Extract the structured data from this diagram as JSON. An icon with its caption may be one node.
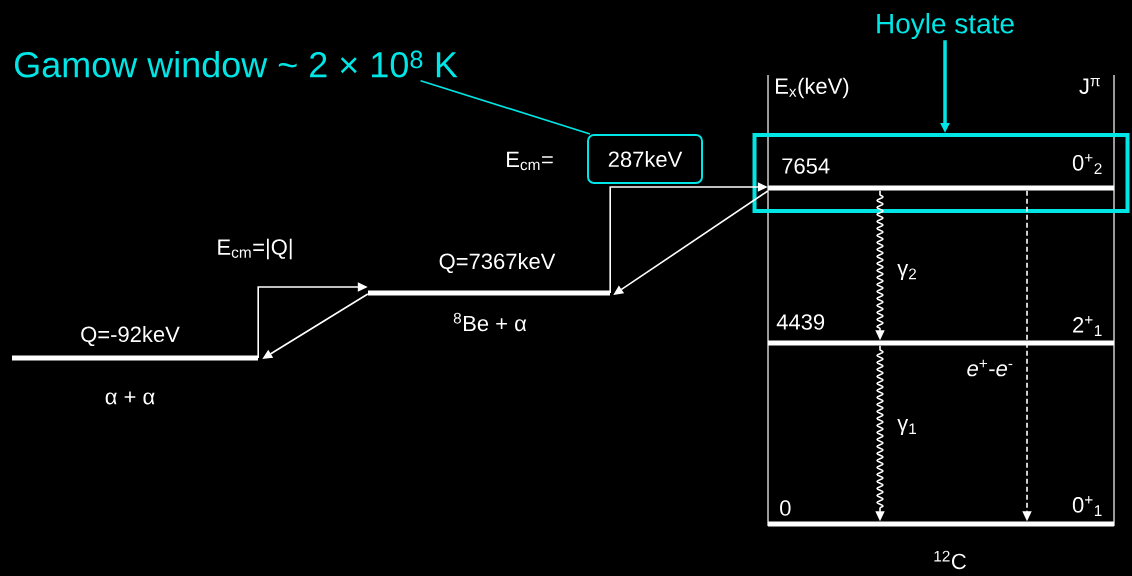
{
  "diagram": {
    "nodes": [
      {
        "text": [
          "Q=-92keV",
          "α + α"
        ]
      },
      {
        "text": [
          "Q=7367keV",
          "$^{8}$Be + α"
        ]
      },
      {
        "text": [],
        "shape": "box"
      },
      {
        "text": [
          "7654",
          "0$^{+}$$_{2}$"
        ],
        "in": 2
      },
      {
        "text": [
          "4439",
          "2$^{+}$$_{1}$"
        ]
      },
      {
        "text": [
          "0",
          "0$^{+}$$_{1}$"
        ]
      },
      {
        "text": [
          "Hoyle state"
        ]
      },
      {
        "text": [
          "Gamow window ~ 2 × 10$^{8}$ K"
        ]
      },
      {
        "text": [
          "287keV"
        ]
      }
    ],
    "edges": [
      {
        "from": 0,
        "to": 1,
        "arrow": "to",
        "label": "E$_{cm}$=|Q|"
      },
      {
        "from": 1,
        "to": 0,
        "arrow": "to"
      },
      {
        "from": 1,
        "to": 3,
        "arrow": "to"
      },
      {
        "from": 3,
        "to": 1,
        "arrow": "to"
      },
      {
        "from": 3,
        "to": 4,
        "arrow": "to",
        "label": "γ$_{2}$"
      },
      {
        "from": 4,
        "to": 5,
        "arrow": "to",
        "label": "γ$_{1}$"
      },
      {
        "from": 3,
        "to": 5,
        "arrow": "to",
        "label": "*e*$^{+}$-*e*$^{-}$",
        "style": "dashed"
      },
      {
        "from": 6,
        "to": 2,
        "arrow": "to",
        "style": "thick",
        "color": "#00e5e5"
      },
      {
        "from": 7,
        "to": 8,
        "arrow": "none",
        "color": "#00e5e5"
      }
    ],
    "labels": [
      "E$_{cm}$=",
      "E$_{x}$(keV)",
      "J$^{π}$",
      "$^{12}$C"
    ]
  }
}
